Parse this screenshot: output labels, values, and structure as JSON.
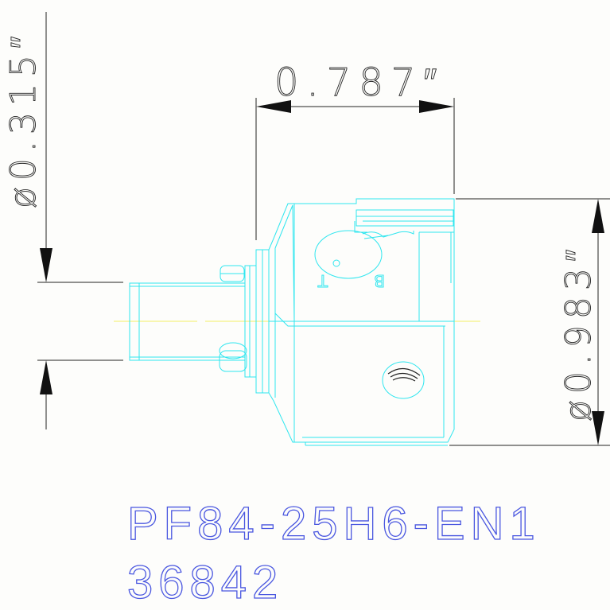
{
  "drawing": {
    "dimensions": {
      "width": "0.787″",
      "shank_diameter": "ø0.315″",
      "body_diameter": "ø0.983″"
    },
    "labels": {
      "left_mark": "T",
      "right_mark": "B"
    },
    "part_number": "PF84-25H6-EN1",
    "serial_number": "36842"
  },
  "colors": {
    "background": "#fdfdfb",
    "dimension_lines": "#222222",
    "part_outline": "#2fe6ef",
    "centerline": "#f2f064",
    "part_number_text": "#4a57e0"
  }
}
